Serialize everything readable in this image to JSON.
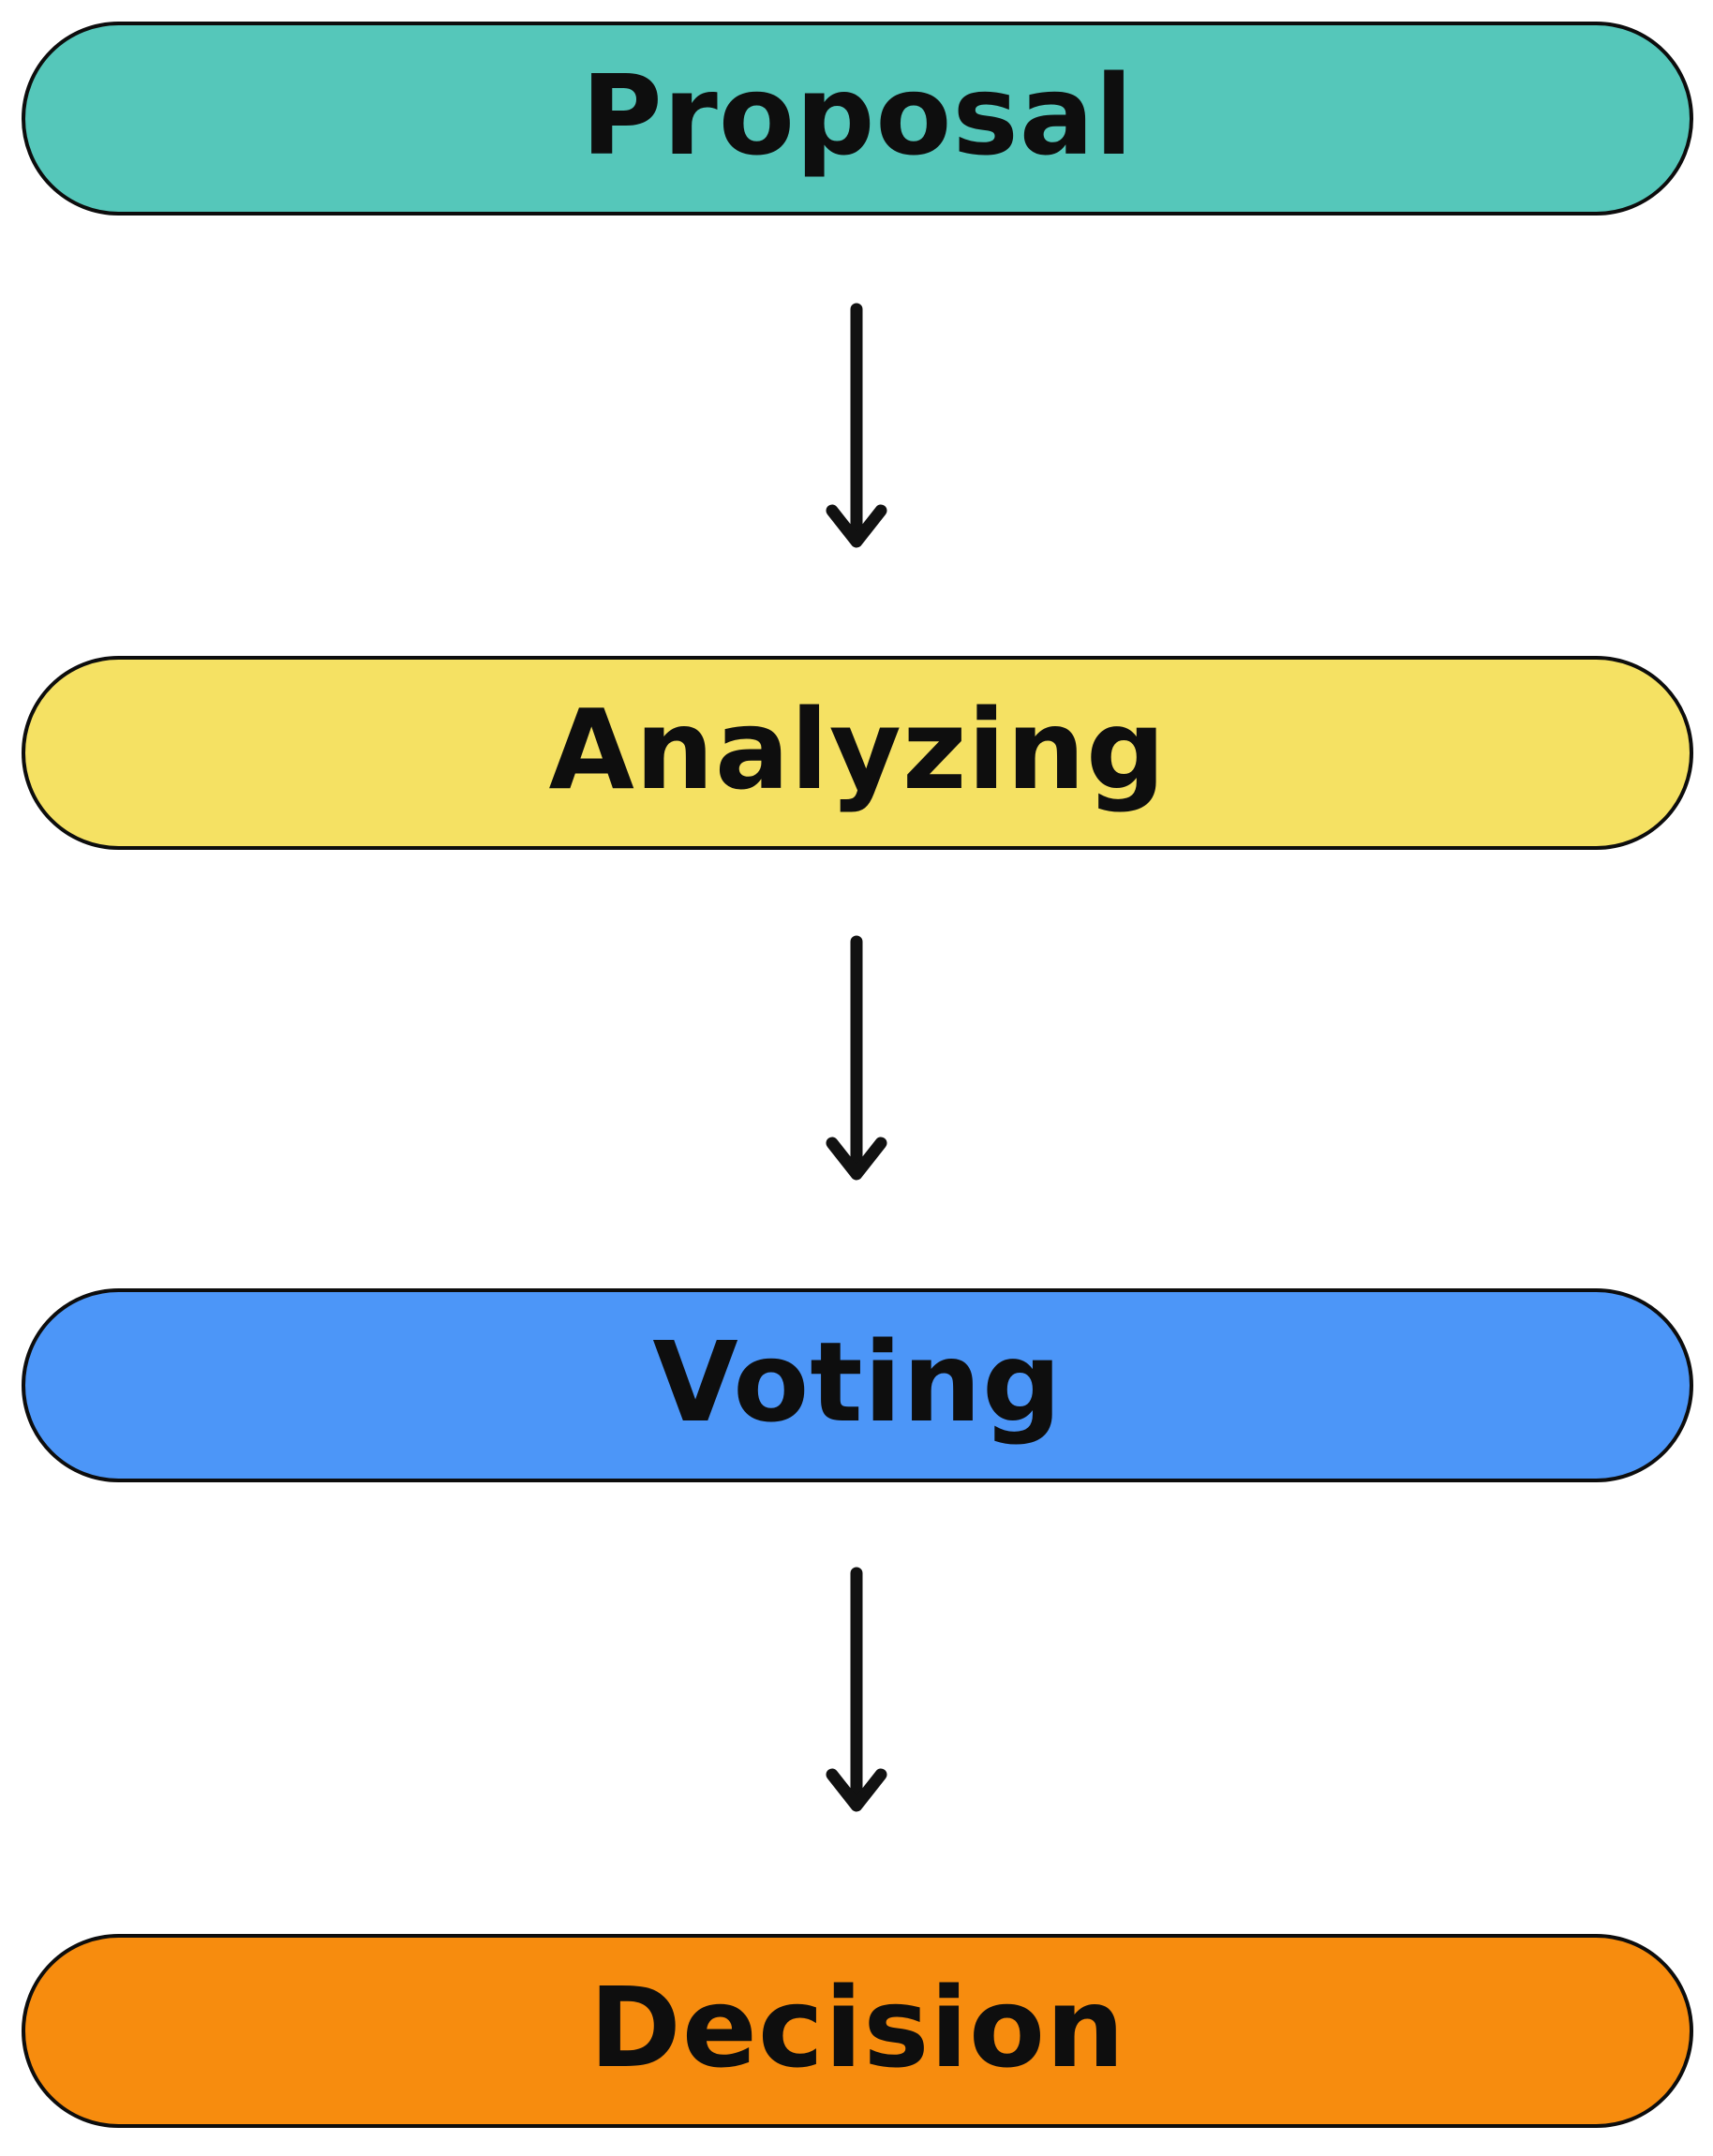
{
  "diagram": {
    "type": "flowchart",
    "direction": "top-to-bottom",
    "background": "#ffffff",
    "node_border_color": "#0d0d0d",
    "text_color": "#0e0e0e",
    "arrow": {
      "color": "#111111",
      "style": "straight-down-chevron-head"
    },
    "nodes": [
      {
        "id": "proposal",
        "label": "Proposal",
        "color": "#55c7ba",
        "shape": "pill"
      },
      {
        "id": "analyzing",
        "label": "Analyzing",
        "color": "#f5e163",
        "shape": "pill"
      },
      {
        "id": "voting",
        "label": "Voting",
        "color": "#4c96f8",
        "shape": "pill"
      },
      {
        "id": "decision",
        "label": "Decision",
        "color": "#f78c0e",
        "shape": "pill"
      }
    ],
    "edges": [
      {
        "from": "proposal",
        "to": "analyzing"
      },
      {
        "from": "analyzing",
        "to": "voting"
      },
      {
        "from": "voting",
        "to": "decision"
      }
    ]
  }
}
